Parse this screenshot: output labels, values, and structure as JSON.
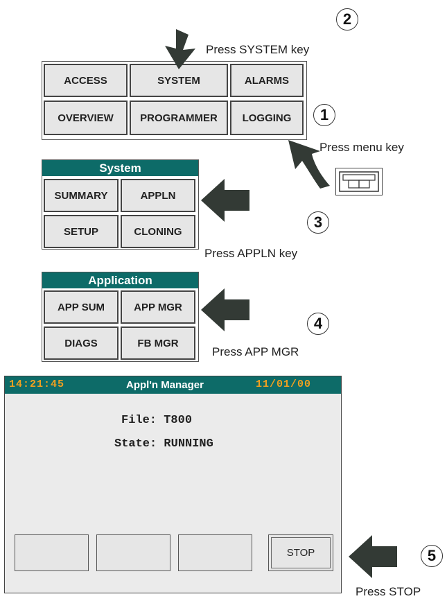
{
  "steps": {
    "s1": {
      "num": "1",
      "text": "Press menu key"
    },
    "s2": {
      "num": "2",
      "text": "Press SYSTEM key"
    },
    "s3": {
      "num": "3",
      "text": "Press APPLN key"
    },
    "s4": {
      "num": "4",
      "text": "Press APP MGR"
    },
    "s5": {
      "num": "5",
      "text": "Press STOP"
    }
  },
  "main_menu": {
    "access": "ACCESS",
    "system": "SYSTEM",
    "alarms": "ALARMS",
    "overview": "OVERVIEW",
    "programmer": "PROGRAMMER",
    "logging": "LOGGING"
  },
  "system_menu": {
    "title": "System",
    "summary": "SUMMARY",
    "appln": "APPLN",
    "setup": "SETUP",
    "cloning": "CLONING"
  },
  "application_menu": {
    "title": "Application",
    "app_sum": "APP SUM",
    "app_mgr": "APP MGR",
    "diags": "DIAGS",
    "fb_mgr": "FB MGR"
  },
  "manager_screen": {
    "time": "14:21:45",
    "title": "Appl'n Manager",
    "date": "11/01/00",
    "file_line": "File: T800",
    "state_line": "State: RUNNING",
    "stop_label": "STOP"
  },
  "colors": {
    "header_teal": "#0d6b68",
    "clock_orange": "#f0a020",
    "arrow_dark": "#333a35"
  }
}
